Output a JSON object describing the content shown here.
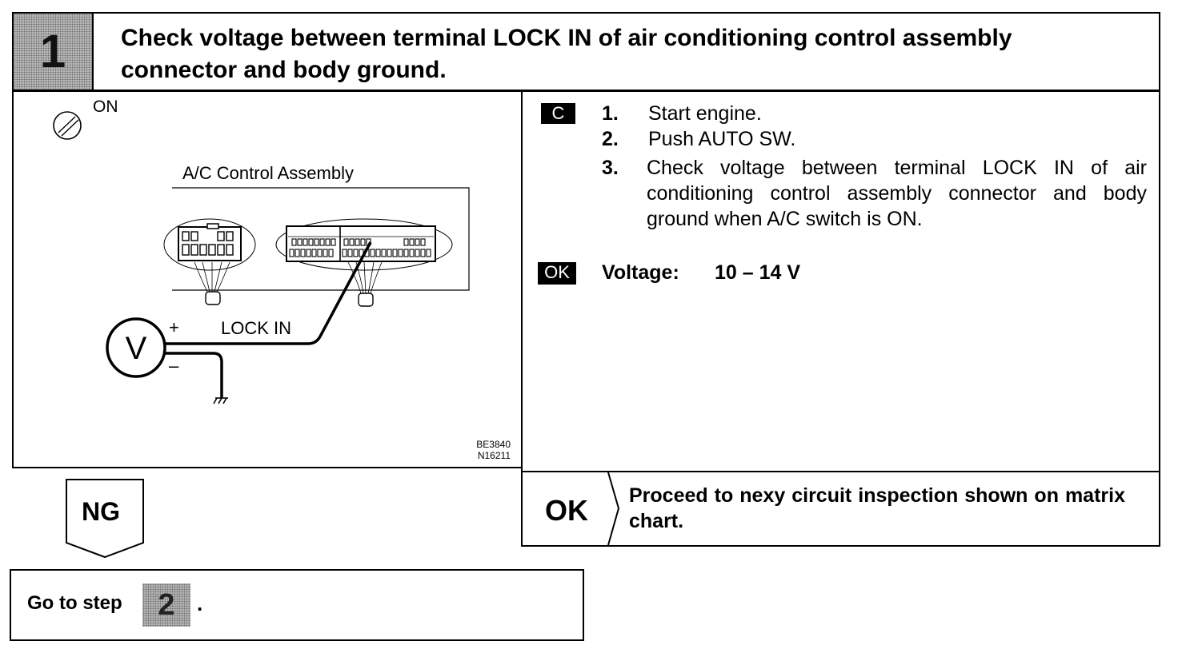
{
  "step": {
    "number": "1",
    "title": "Check voltage between terminal LOCK IN of air conditioning control assembly connector and body ground."
  },
  "figure": {
    "ignition_label": "ON",
    "assembly_label": "A/C Control Assembly",
    "voltmeter_symbol": "V",
    "plus_sign": "+",
    "minus_sign": "–",
    "terminal_label": "LOCK IN",
    "code_1": "BE3840",
    "code_2": "N16211"
  },
  "procedure": {
    "tag_c": "C",
    "steps": [
      {
        "num": "1.",
        "text": "Start engine."
      },
      {
        "num": "2.",
        "text": "Push AUTO SW."
      },
      {
        "num": "3.",
        "text": "Check voltage between terminal LOCK IN of air conditioning control assembly connector and body ground when A/C switch is ON."
      }
    ],
    "tag_ok": "OK",
    "voltage_label": "Voltage:",
    "voltage_value": "10 – 14 V"
  },
  "result_ok": {
    "label": "OK",
    "text": "Proceed to nexy circuit inspection shown on matrix chart."
  },
  "result_ng": {
    "label": "NG",
    "goto_text": "Go to step",
    "goto_step": "2",
    "goto_period": "."
  }
}
